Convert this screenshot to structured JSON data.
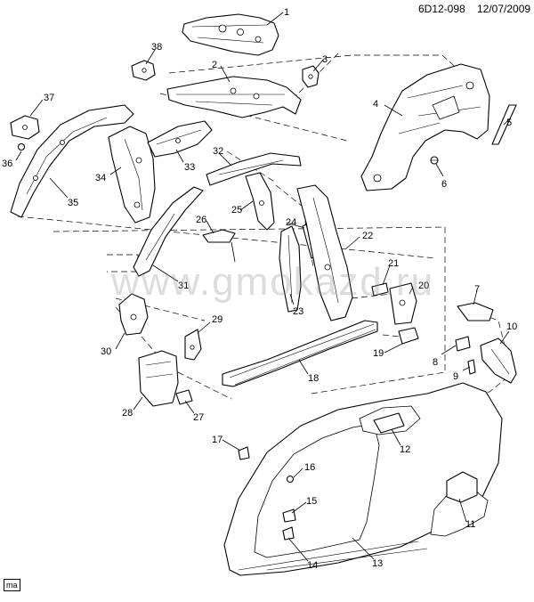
{
  "header": {
    "code": "6D12-098",
    "date": "12/07/2009"
  },
  "badge": "ma",
  "watermark": "www.gmokazd.ru",
  "callouts": [
    "1",
    "2",
    "3",
    "4",
    "5",
    "6",
    "7",
    "8",
    "9",
    "10",
    "11",
    "12",
    "13",
    "14",
    "15",
    "16",
    "17",
    "18",
    "19",
    "20",
    "21",
    "22",
    "23",
    "24",
    "25",
    "26",
    "27",
    "28",
    "29",
    "30",
    "31",
    "32",
    "33",
    "34",
    "35",
    "36",
    "37",
    "38"
  ]
}
